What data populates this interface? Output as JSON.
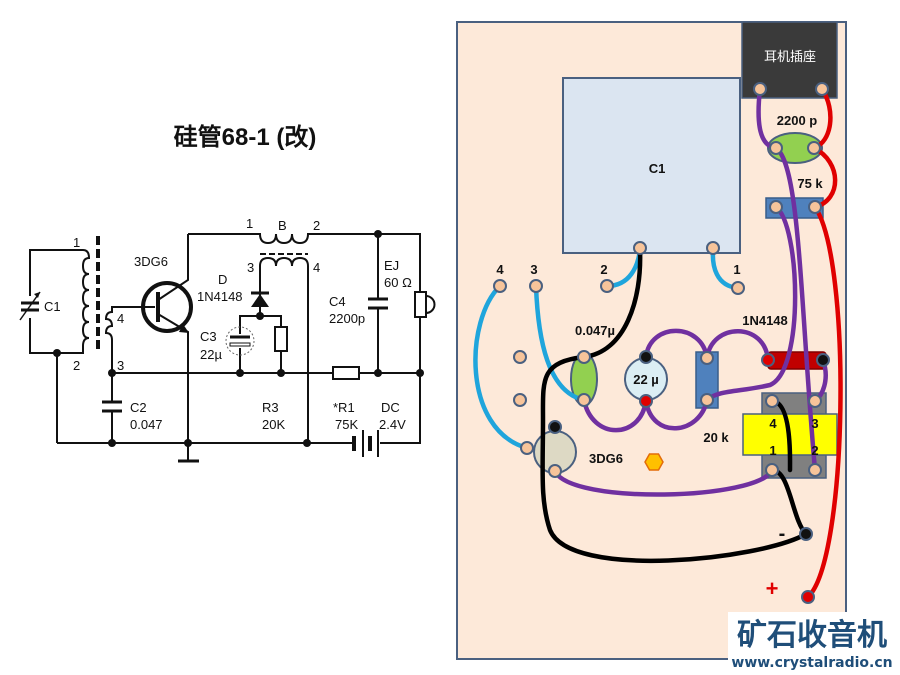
{
  "schematic": {
    "title": "硅管68-1 (改)",
    "c1": "C1",
    "coil_pin1": "1",
    "coil_pin2": "2",
    "coil_pin4": "4",
    "coil_pin3": "3",
    "transistor": "3DG6",
    "b_label": "B",
    "b_pin1": "1",
    "b_pin2": "2",
    "b_pin3": "3",
    "b_pin4": "4",
    "diode_ref": "D",
    "diode_part": "1N4148",
    "c3_ref": "C3",
    "c3_value": "22µ",
    "r3_ref": "R3",
    "r3_value": "20K",
    "r1_ref": "*R1",
    "r1_value": "75K",
    "c2_ref": "C2",
    "c2_value": "0.047",
    "c4_ref": "C4",
    "c4_value": "2200p",
    "ej_ref": "EJ",
    "ej_value": "60 Ω",
    "dc_ref": "DC",
    "dc_value": "2.4V"
  },
  "board": {
    "socket_label": "耳机插座",
    "c1_label": "C1",
    "pin4": "4",
    "pin3": "3",
    "pin2": "2",
    "pin1": "1",
    "c2_label": "0.047µ",
    "c3_label": "22 µ",
    "r3_label": "20 k",
    "diode_label": "1N4148",
    "transistor_label": "3DG6",
    "c4_label": "2200 p",
    "r1_label": "75 k",
    "xfmr_pin4": "4",
    "xfmr_pin3": "3",
    "xfmr_pin1": "1",
    "xfmr_pin2": "2",
    "minus": "-",
    "plus": "+"
  },
  "logo": {
    "name": "矿石收音机",
    "url": "www.crystalradio.cn"
  },
  "colors": {
    "board": "#fde9d9",
    "wire_blue": "#1fa5dc",
    "wire_purple": "#7030a0",
    "wire_red": "#e00000",
    "wire_black": "#000000",
    "logo": "#1f4e79"
  }
}
